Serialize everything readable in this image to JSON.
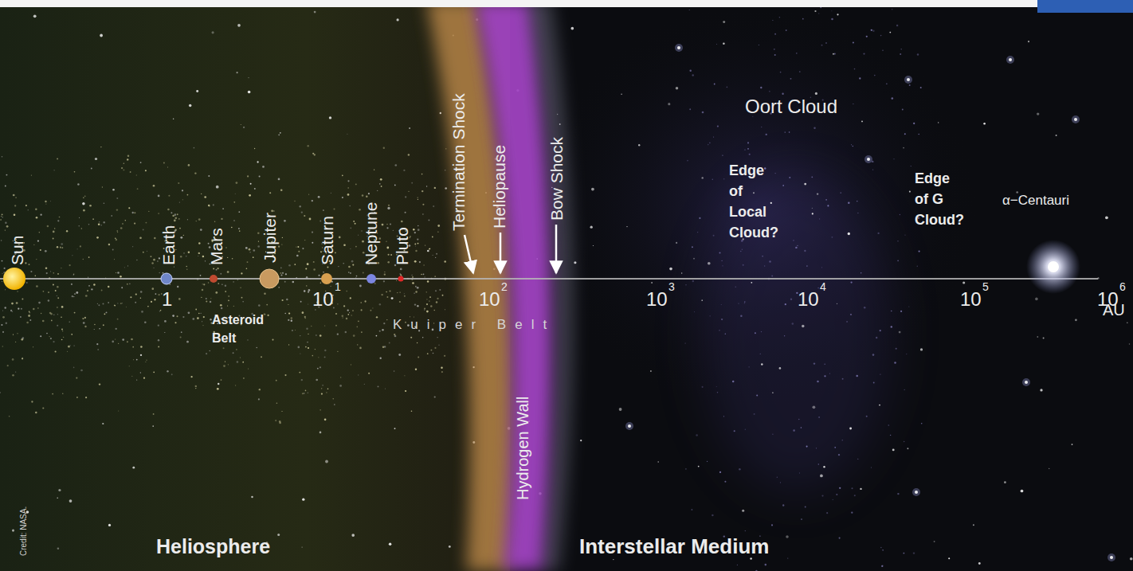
{
  "diagram": {
    "labels": [
      "Sun",
      "Earth",
      "Mars",
      "Jupiter",
      "Saturn",
      "Neptune",
      "Pluto",
      "Termination Shock",
      "Heliopause",
      "Bow Shock",
      "Oort Cloud",
      "Edge of Local Cloud?",
      "Edge of G Cloud?",
      "α−Centauri",
      "1",
      "10",
      "1",
      "10",
      "2",
      "10",
      "3",
      "10",
      "4",
      "10",
      "5",
      "10",
      "6",
      "AU",
      "Asteroid Belt",
      "Kuiper Belt",
      "Hydrogen Wall",
      "Heliosphere",
      "Interstellar Medium",
      "Credit: NASA."
    ]
  }
}
